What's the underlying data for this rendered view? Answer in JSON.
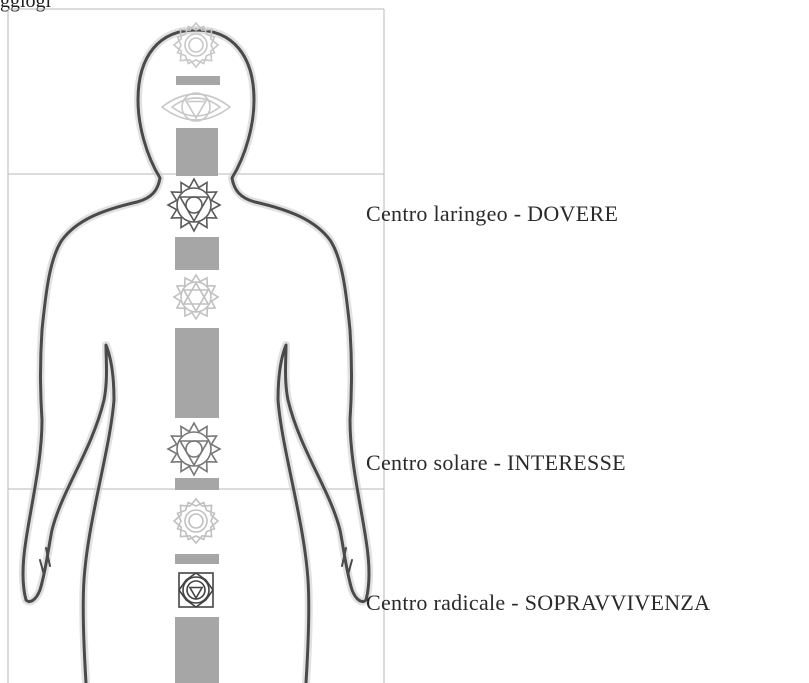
{
  "header_text": "ggiogi",
  "labels": {
    "laringeo": "Centro laringeo - DOVERE",
    "solare": "Centro solare - INTERESSE",
    "radicale": "Centro radicale - SOPRAVVIVENZA"
  },
  "chakras": [
    {
      "name": "crown-chakra-icon",
      "shape": "lotus-circle",
      "color": "#c8c8c8"
    },
    {
      "name": "third-eye-chakra-icon",
      "shape": "eye-triangle",
      "color": "#c8c8c8"
    },
    {
      "name": "throat-chakra-icon",
      "shape": "star-triangle",
      "color": "#5a5a5a"
    },
    {
      "name": "heart-chakra-icon",
      "shape": "hexagram",
      "color": "#c0c0c0"
    },
    {
      "name": "solar-plexus-chakra-icon",
      "shape": "star-triangle",
      "color": "#777777"
    },
    {
      "name": "sacral-chakra-icon",
      "shape": "lotus-circle",
      "color": "#c0c0c0"
    },
    {
      "name": "root-chakra-icon",
      "shape": "square-triangle",
      "color": "#444444"
    }
  ],
  "colors": {
    "frame": "#b8b8b8",
    "body_outline": "#4a4a4a",
    "bars": "#a6a6a6",
    "label_text": "#2a2a2a"
  }
}
